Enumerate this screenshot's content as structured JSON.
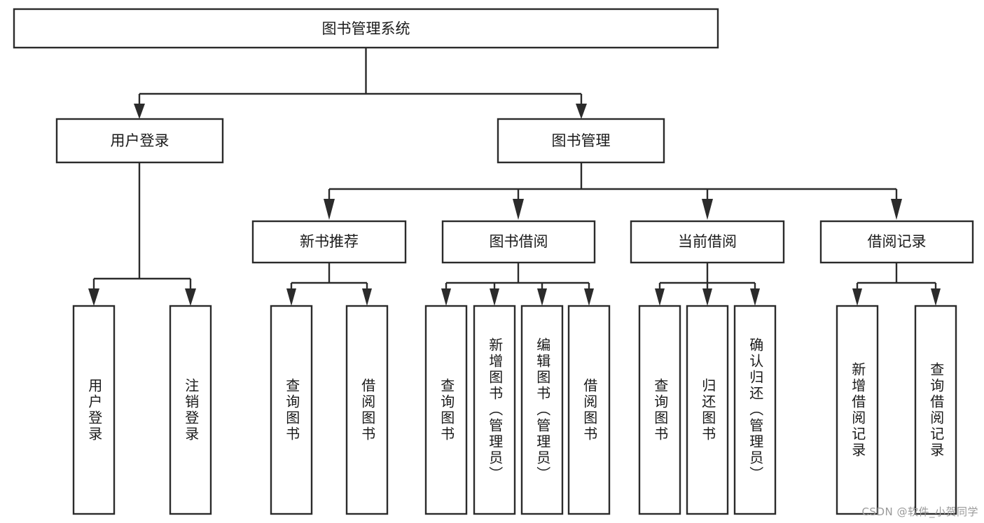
{
  "diagram": {
    "type": "tree",
    "title": "图书管理系统",
    "watermark": "CSDN @软件_小贺同学",
    "colors": {
      "stroke": "#2b2b2b",
      "fill": "#ffffff",
      "text": "#1a1a1a",
      "watermark": "#9a9a9a"
    },
    "levels": {
      "root": {
        "label": "图书管理系统"
      },
      "level2": [
        {
          "id": "user-login",
          "label": "用户登录"
        },
        {
          "id": "book-manage",
          "label": "图书管理"
        }
      ],
      "level3": [
        {
          "id": "new-book-rec",
          "label": "新书推荐"
        },
        {
          "id": "book-borrow",
          "label": "图书借阅"
        },
        {
          "id": "current-borrow",
          "label": "当前借阅"
        },
        {
          "id": "borrow-record",
          "label": "借阅记录"
        }
      ],
      "leaves": {
        "user-login": [
          {
            "id": "leaf-user-login",
            "label": "用户登录"
          },
          {
            "id": "leaf-logout",
            "label": "注销登录"
          }
        ],
        "new-book-rec": [
          {
            "id": "leaf-query-book-1",
            "label": "查询图书"
          },
          {
            "id": "leaf-borrow-book-1",
            "label": "借阅图书"
          }
        ],
        "book-borrow": [
          {
            "id": "leaf-query-book-2",
            "label": "查询图书"
          },
          {
            "id": "leaf-add-book",
            "label": "新增图书（管理员）"
          },
          {
            "id": "leaf-edit-book",
            "label": "编辑图书（管理员）"
          },
          {
            "id": "leaf-borrow-book-2",
            "label": "借阅图书"
          }
        ],
        "current-borrow": [
          {
            "id": "leaf-query-book-3",
            "label": "查询图书"
          },
          {
            "id": "leaf-return-book",
            "label": "归还图书"
          },
          {
            "id": "leaf-confirm-return",
            "label": "确认归还（管理员）"
          }
        ],
        "borrow-record": [
          {
            "id": "leaf-add-record",
            "label": "新增借阅记录"
          },
          {
            "id": "leaf-query-record",
            "label": "查询借阅记录"
          }
        ]
      }
    }
  }
}
